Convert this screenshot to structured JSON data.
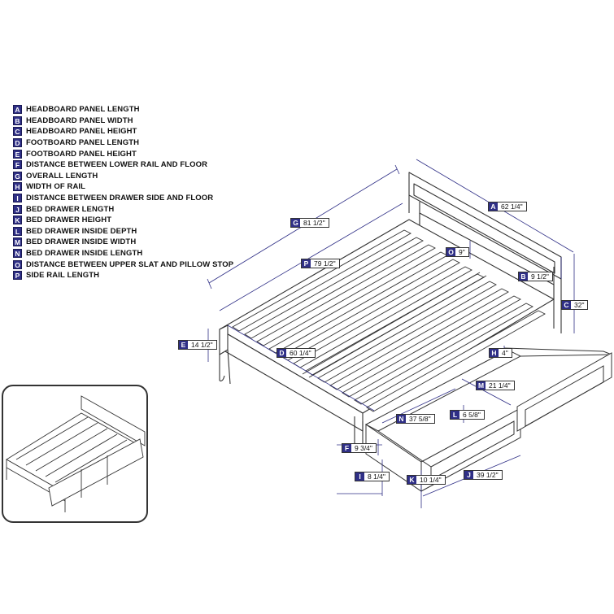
{
  "legend": [
    {
      "letter": "A",
      "label": "HEADBOARD PANEL LENGTH"
    },
    {
      "letter": "B",
      "label": "HEADBOARD PANEL WIDTH"
    },
    {
      "letter": "C",
      "label": "HEADBOARD PANEL HEIGHT"
    },
    {
      "letter": "D",
      "label": "FOOTBOARD PANEL LENGTH"
    },
    {
      "letter": "E",
      "label": "FOOTBOARD PANEL HEIGHT"
    },
    {
      "letter": "F",
      "label": "DISTANCE BETWEEN LOWER RAIL AND FLOOR"
    },
    {
      "letter": "G",
      "label": "OVERALL LENGTH"
    },
    {
      "letter": "H",
      "label": "WIDTH OF RAIL"
    },
    {
      "letter": "I",
      "label": "DISTANCE BETWEEN DRAWER SIDE AND FLOOR"
    },
    {
      "letter": "J",
      "label": "BED DRAWER LENGTH"
    },
    {
      "letter": "K",
      "label": "BED DRAWER HEIGHT"
    },
    {
      "letter": "L",
      "label": "BED DRAWER INSIDE DEPTH"
    },
    {
      "letter": "M",
      "label": "BED DRAWER INSIDE WIDTH"
    },
    {
      "letter": "N",
      "label": "BED DRAWER INSIDE LENGTH"
    },
    {
      "letter": "O",
      "label": "DISTANCE BETWEEN UPPER SLAT AND PILLOW STOP"
    },
    {
      "letter": "P",
      "label": "SIDE RAIL LENGTH"
    }
  ],
  "dimensions": {
    "A": {
      "letter": "A",
      "value": "62 1/4\""
    },
    "B": {
      "letter": "B",
      "value": "9 1/2\""
    },
    "C": {
      "letter": "C",
      "value": "32\""
    },
    "D": {
      "letter": "D",
      "value": "60 1/4\""
    },
    "E": {
      "letter": "E",
      "value": "14 1/2\""
    },
    "F": {
      "letter": "F",
      "value": "9 3/4\""
    },
    "G": {
      "letter": "G",
      "value": "81 1/2\""
    },
    "H": {
      "letter": "H",
      "value": "4\""
    },
    "I": {
      "letter": "I",
      "value": "8 1/4\""
    },
    "J": {
      "letter": "J",
      "value": "39 1/2\""
    },
    "K": {
      "letter": "K",
      "value": "10 1/4\""
    },
    "L": {
      "letter": "L",
      "value": "6 5/8\""
    },
    "M": {
      "letter": "M",
      "value": "21 1/4\""
    },
    "N": {
      "letter": "N",
      "value": "37 5/8\""
    },
    "O": {
      "letter": "O",
      "value": "9\""
    },
    "P": {
      "letter": "P",
      "value": "79 1/2\""
    }
  },
  "colors": {
    "accent": "#2f2f86",
    "line": "#333333",
    "dimension_line": "#2f2f86"
  }
}
